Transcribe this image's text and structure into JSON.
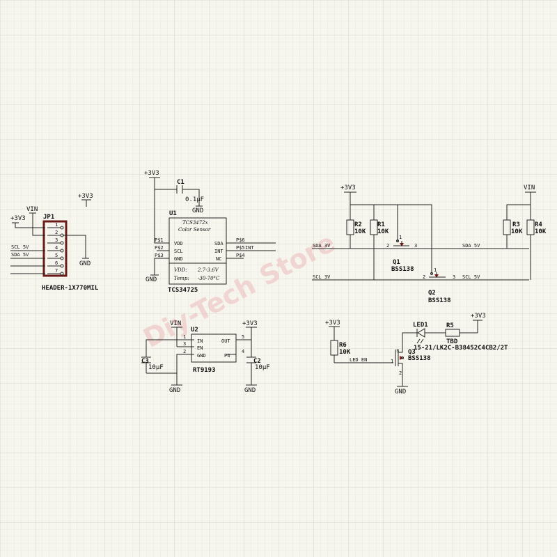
{
  "watermark": "Diy-Tech Store",
  "power": {
    "v33": "+3V3",
    "vin": "VIN",
    "gnd": "GND"
  },
  "nets": {
    "scl5": "SCL 5V",
    "sda5": "SDA 5V",
    "sda3": "SDA 3V",
    "scl3": "SCL 3V",
    "leden": "LED EN"
  },
  "jp1": {
    "ref": "JP1",
    "value": "HEADER-1X770MIL",
    "pins": [
      "1",
      "2",
      "3",
      "4",
      "5",
      "6",
      "7"
    ]
  },
  "c1": {
    "ref": "C1",
    "value": "0.1µF"
  },
  "u1": {
    "ref": "U1",
    "value": "TCS34725",
    "title1": "TCS3472x",
    "title2": "Color Sensor",
    "left_pins": [
      "VDD",
      "SCL",
      "GND"
    ],
    "right_pins": [
      "SDA",
      "INT",
      "NC"
    ],
    "left_pads": [
      "P$1",
      "P$2",
      "P$3"
    ],
    "right_pads": [
      "P$6",
      "P$5",
      "P$4"
    ],
    "int_net": "INT",
    "vdd_label": "VDD:",
    "vdd_value": "2.7-3.6V",
    "temp_label": "Temp:",
    "temp_value": "-30-70°C"
  },
  "u2": {
    "ref": "U2",
    "value": "RT9193",
    "left_pins": [
      "IN",
      "EN",
      "GND"
    ],
    "left_nums": [
      "1",
      "3",
      "2"
    ],
    "right_pins": [
      "OUT",
      "P4"
    ],
    "right_nums": [
      "5",
      "4"
    ]
  },
  "c2": {
    "ref": "C2",
    "value": "10µF"
  },
  "c3": {
    "ref": "C3",
    "value": "10µF"
  },
  "r1": {
    "ref": "R1",
    "value": "10K"
  },
  "r2": {
    "ref": "R2",
    "value": "10K"
  },
  "r3": {
    "ref": "R3",
    "value": "10K"
  },
  "r4": {
    "ref": "R4",
    "value": "10K"
  },
  "r5": {
    "ref": "R5",
    "value": "TBD"
  },
  "r6": {
    "ref": "R6",
    "value": "10K"
  },
  "q1": {
    "ref": "Q1",
    "value": "BSS138",
    "pins": [
      "1",
      "2",
      "3"
    ]
  },
  "q2": {
    "ref": "Q2",
    "value": "BSS138",
    "pins": [
      "1",
      "2",
      "3"
    ]
  },
  "q3": {
    "ref": "Q3",
    "value": "BSS138",
    "pins": [
      "1",
      "2",
      "3"
    ]
  },
  "led1": {
    "ref": "LED1",
    "value": "15-21/LK2C-B38452C4CB2/2T"
  }
}
